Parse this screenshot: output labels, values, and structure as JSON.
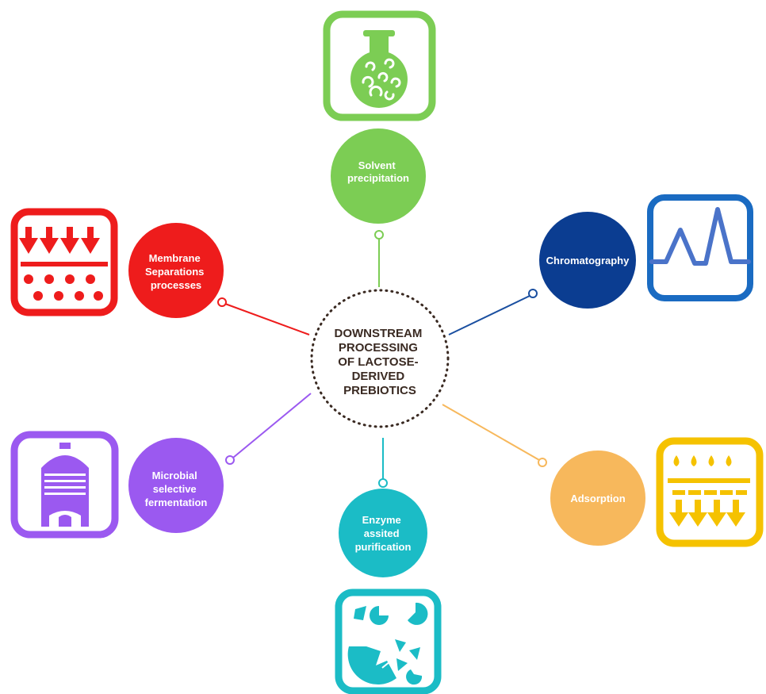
{
  "center": {
    "lines": [
      "DOWNSTREAM",
      "PROCESSING",
      "OF LACTOSE-",
      "DERIVED",
      "PREBIOTICS"
    ]
  },
  "nodes": {
    "solvent_precipitation": {
      "lines": [
        "Solvent",
        "precipitation"
      ],
      "color": "#7ccd54",
      "icon": "flask-icon"
    },
    "chromatography": {
      "lines": [
        "Chromatography"
      ],
      "color": "#0b3d91",
      "accent": "#1a6bc2",
      "icon": "chromatogram-peaks-icon"
    },
    "adsorption": {
      "lines": [
        "Adsorption"
      ],
      "color": "#f7b85c",
      "accent": "#f5c200",
      "icon": "adsorption-drops-icon"
    },
    "enzyme_assisted_purification": {
      "lines": [
        "Enzyme",
        "assited",
        "purification"
      ],
      "color": "#1bbcc6",
      "icon": "broken-fragments-icon"
    },
    "microbial_selective_fermentation": {
      "lines": [
        "Microbial",
        "selective",
        "fermentation"
      ],
      "color": "#9b59f0",
      "icon": "fermenter-tank-icon"
    },
    "membrane_separation": {
      "lines": [
        "Membrane",
        "Separations",
        "processes"
      ],
      "color": "#ee1c1c",
      "icon": "membrane-filter-icon"
    }
  }
}
